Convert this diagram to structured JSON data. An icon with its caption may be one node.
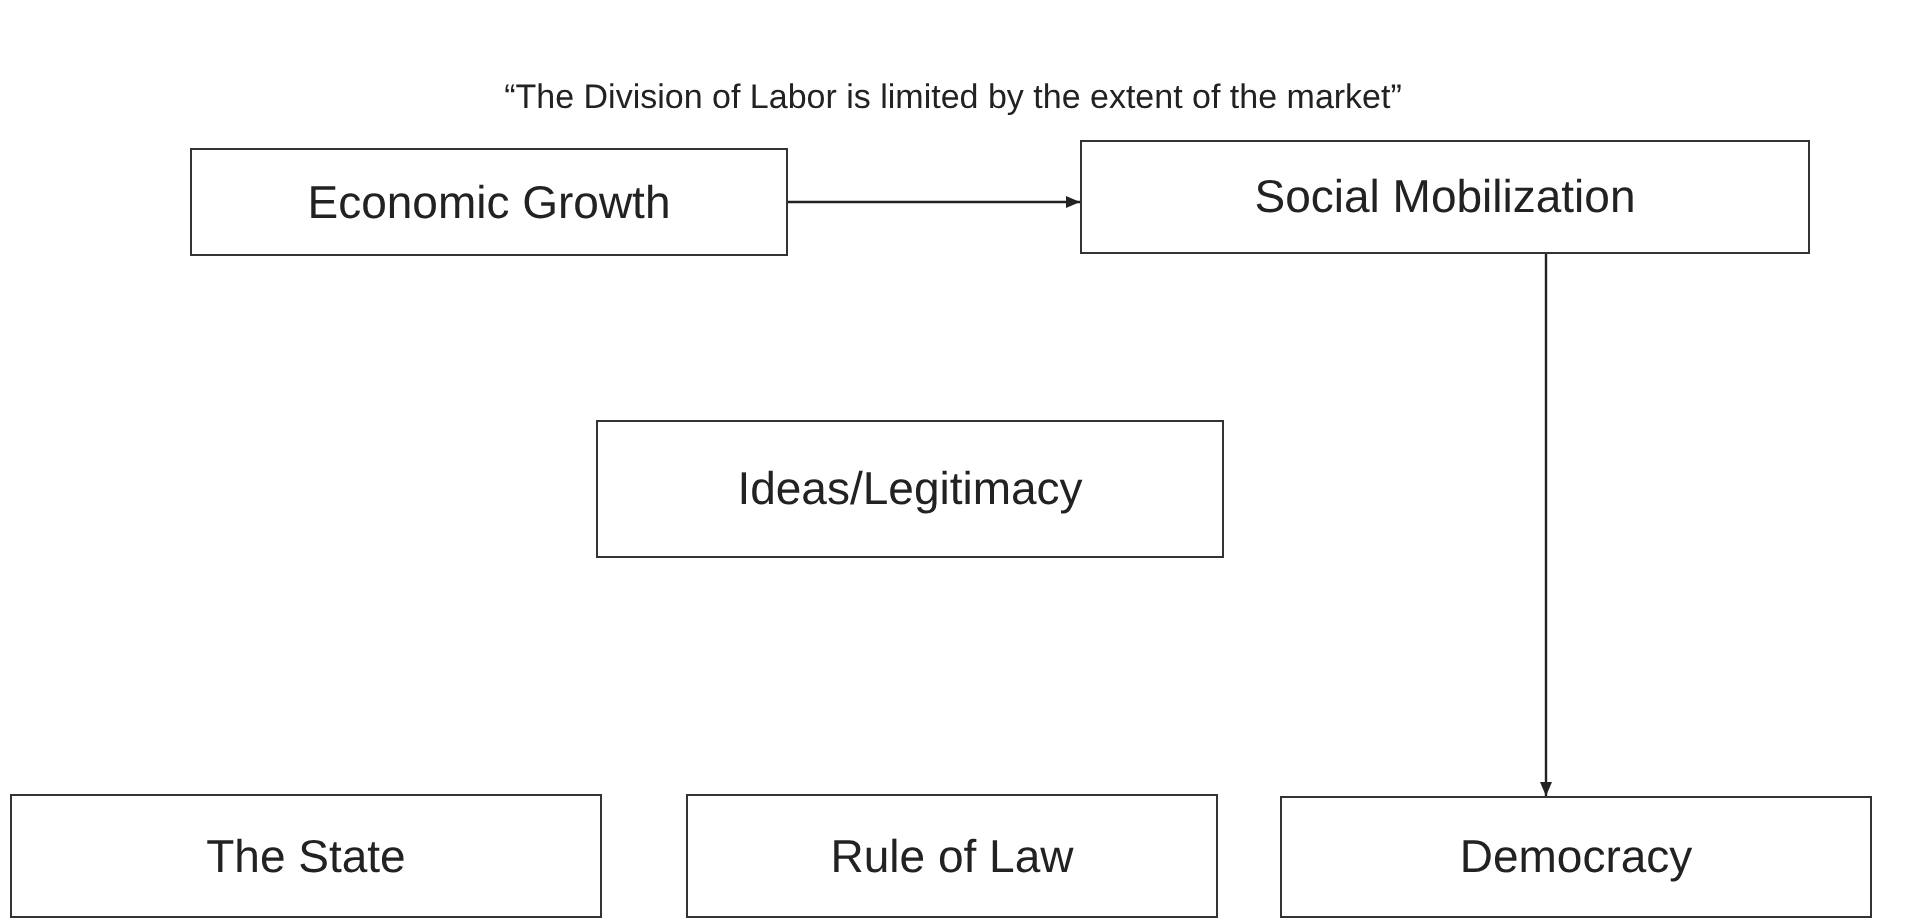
{
  "diagram": {
    "title": "“The Division of Labor is limited by the extent of the market”",
    "nodes": [
      {
        "text": [
          "Economic Growth"
        ]
      },
      {
        "text": [
          "Social Mobilization"
        ]
      },
      {
        "text": [
          "Ideas/Legitimacy"
        ]
      },
      {
        "text": [
          "The State"
        ]
      },
      {
        "text": [
          "Rule of Law"
        ]
      },
      {
        "text": [
          "Democracy"
        ]
      }
    ],
    "edges": [
      {
        "from": 0,
        "to": 1,
        "arrow": "to"
      },
      {
        "from": 1,
        "to": 5,
        "arrow": "to"
      }
    ]
  }
}
